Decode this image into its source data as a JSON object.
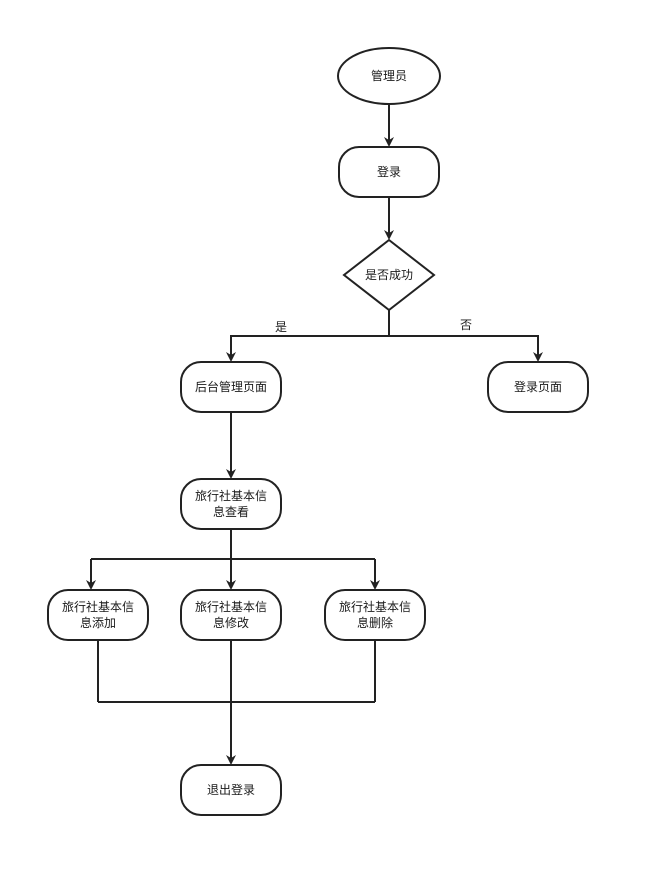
{
  "diagram": {
    "nodes": {
      "admin": {
        "lines": [
          "管理员"
        ]
      },
      "login": {
        "lines": [
          "登录"
        ]
      },
      "success": {
        "lines": [
          "是否成功"
        ]
      },
      "backend": {
        "lines": [
          "后台管理页面"
        ]
      },
      "login_page": {
        "lines": [
          "登录页面"
        ]
      },
      "view": {
        "lines": [
          "旅行社基本信",
          "息查看"
        ]
      },
      "add": {
        "lines": [
          "旅行社基本信",
          "息添加"
        ]
      },
      "edit": {
        "lines": [
          "旅行社基本信",
          "息修改"
        ]
      },
      "delete": {
        "lines": [
          "旅行社基本信",
          "息删除"
        ]
      },
      "logout": {
        "lines": [
          "退出登录"
        ]
      }
    },
    "edge_labels": {
      "yes": "是",
      "no": "否"
    }
  }
}
